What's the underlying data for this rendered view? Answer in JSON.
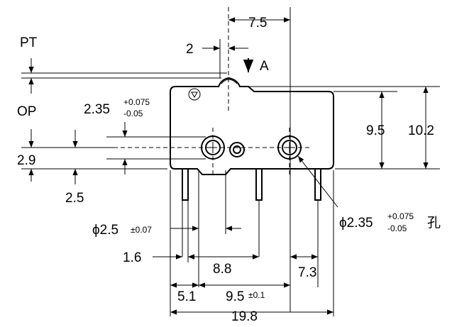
{
  "labels": {
    "pt": "PT",
    "op": "OP",
    "arrow_a": "A",
    "dim_7_5": "7.5",
    "dim_2": "2",
    "dim_2_35": "2.35",
    "tol_2_35_plus": "+0.075",
    "tol_2_35_minus": "-0.05",
    "dim_9_5_right": "9.5",
    "dim_10_2": "10.2",
    "dim_2_9": "2.9",
    "dim_2_5": "2.5",
    "phi_2_5": "ϕ2.5",
    "phi_2_5_tol": "±0.07",
    "phi_2_35": "ϕ2.35",
    "phi_2_35_plus": "+0.075",
    "phi_2_35_minus": "-0.05",
    "phi_2_35_suffix": "孔",
    "dim_1_6": "1.6",
    "dim_8_8": "8.8",
    "dim_7_3": "7.3",
    "dim_5_1": "5.1",
    "dim_9_5_bottom": "9.5",
    "dim_9_5_tol": "±0.1",
    "dim_19_8": "19.8"
  }
}
